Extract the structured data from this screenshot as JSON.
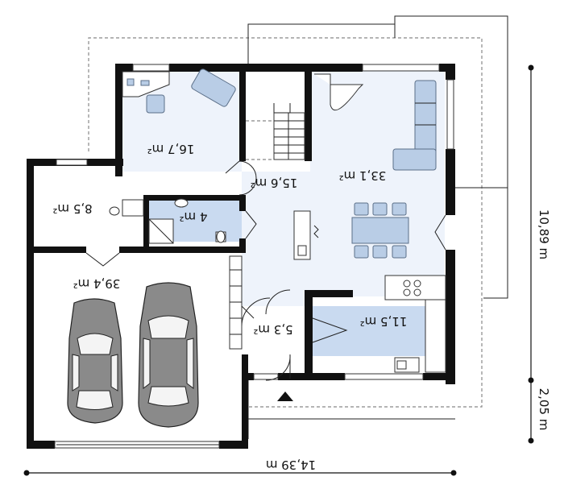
{
  "rooms": {
    "bedroom_area": "16,7 m²",
    "hall_area": "15,6 m²",
    "living_area": "33,1 m²",
    "storage_area": "8,5 m²",
    "bathroom_area": "4 m²",
    "garage_area": "39,4 m²",
    "entry_area": "5,3 m²",
    "kitchen_area": "11,5 m²"
  },
  "dimensions": {
    "width": "14,39 m",
    "depth_main": "10,89 m",
    "depth_terrace": "2,05 m"
  },
  "colors": {
    "wall": "#111111",
    "room_light": "#eef3fb",
    "room_blue": "#c9daf0"
  }
}
